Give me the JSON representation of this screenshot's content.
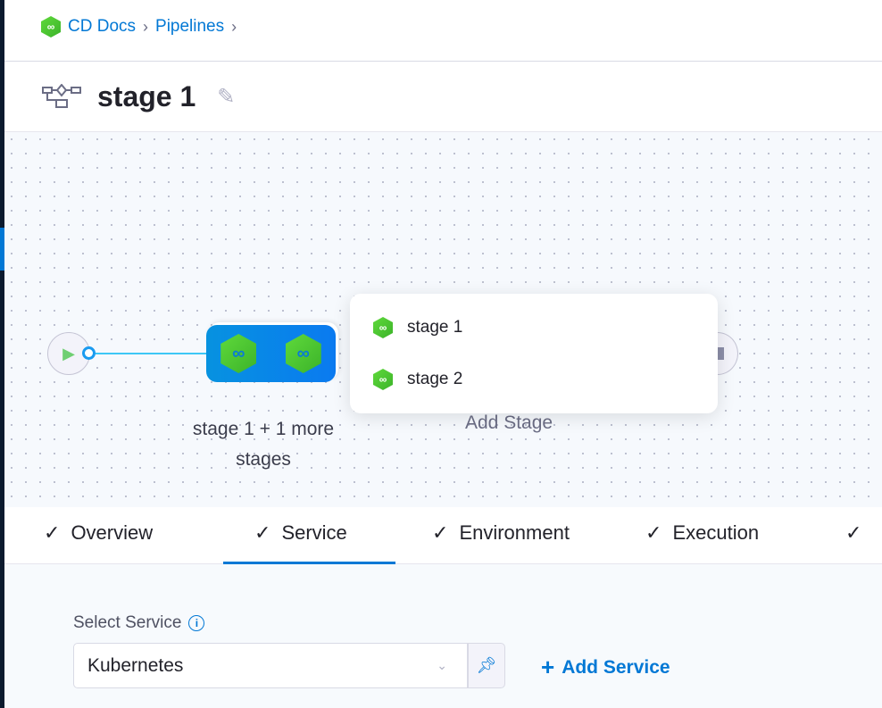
{
  "breadcrumb": {
    "items": [
      "CD Docs",
      "Pipelines"
    ]
  },
  "header": {
    "title": "stage 1"
  },
  "canvas": {
    "group_label": "stage 1 + 1 more stages",
    "add_stage_label": "Add Stage",
    "popup_items": [
      {
        "label": "stage 1"
      },
      {
        "label": "stage 2"
      }
    ]
  },
  "tabs": [
    {
      "label": "Overview",
      "checked": true
    },
    {
      "label": "Service",
      "checked": true,
      "active": true
    },
    {
      "label": "Environment",
      "checked": true
    },
    {
      "label": "Execution",
      "checked": true
    }
  ],
  "service": {
    "label": "Select Service",
    "value": "Kubernetes",
    "add_label": "Add Service"
  },
  "colors": {
    "accent": "#0278d5",
    "stage_green": "#4cc72f"
  }
}
